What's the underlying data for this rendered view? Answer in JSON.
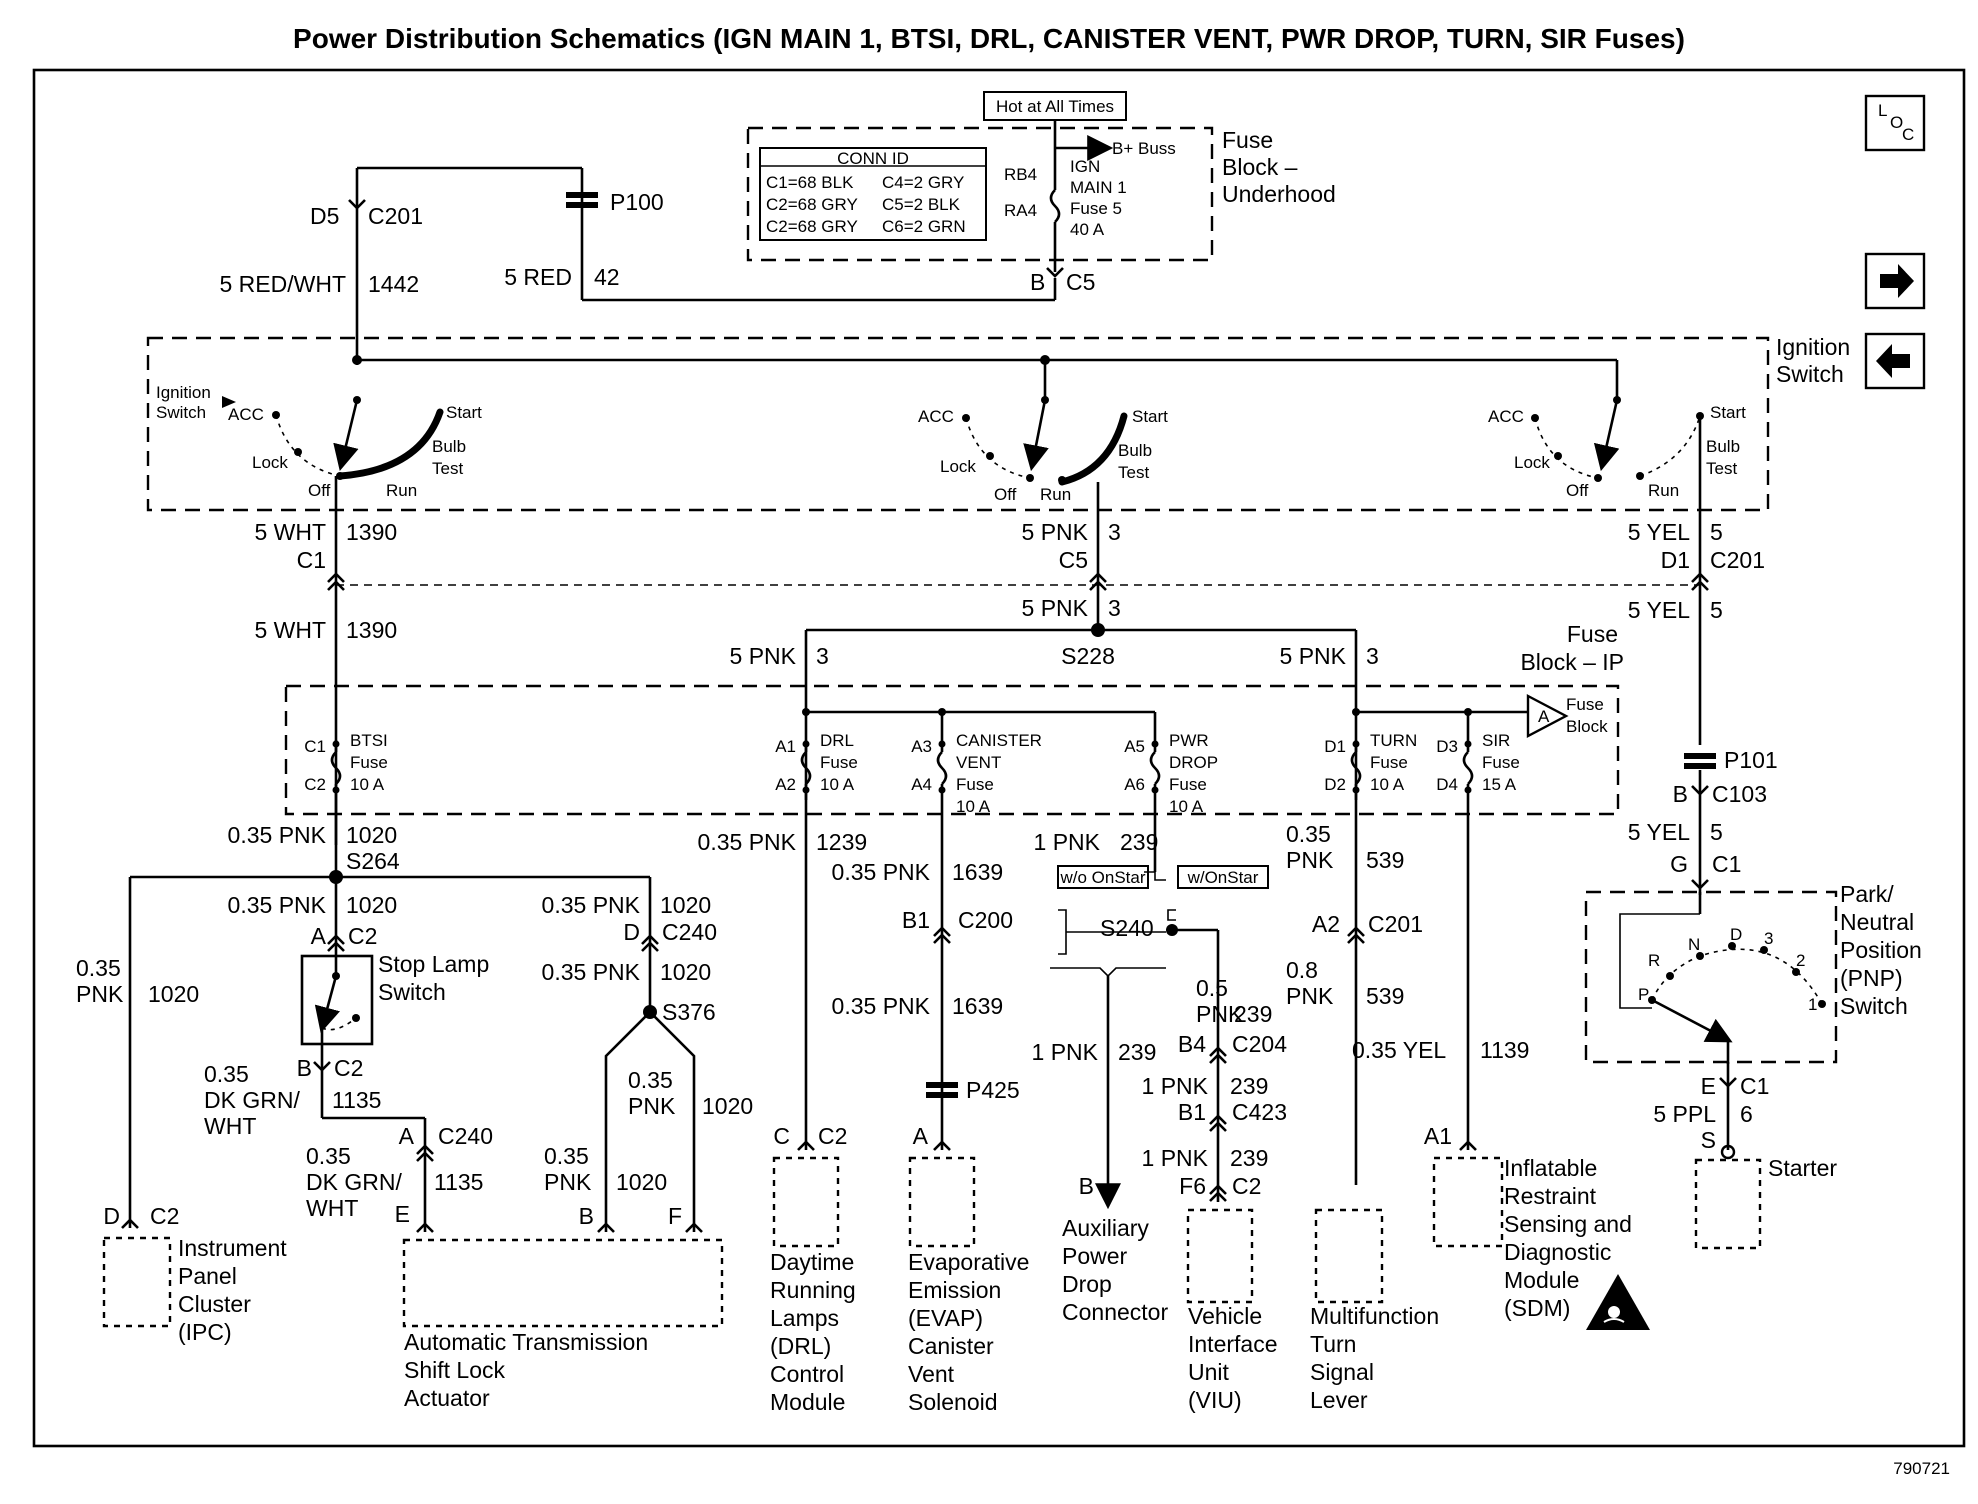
{
  "title": "Power Distribution Schematics (IGN MAIN 1, BTSI, DRL, CANISTER VENT, PWR DROP, TURN, SIR Fuses)",
  "diagram_id": "790721",
  "nav": {
    "loc_icon": "loc-icon",
    "next_icon": "arrow-right-icon",
    "prev_icon": "arrow-left-icon"
  },
  "underhood": {
    "hot_label": "Hot at All Times",
    "block_label": [
      "Fuse",
      "Block –",
      "Underhood"
    ],
    "conn_id_title": "CONN ID",
    "conn_id_rows": [
      "C1=68 BLK",
      "C4=2 GRY",
      "C2=68 GRY",
      "C5=2 BLK",
      "C2=68 GRY",
      "C6=2 GRN"
    ],
    "b_buss": "B+ Buss",
    "rb4": "RB4",
    "ra4": "RA4",
    "fuse_lines": [
      "IGN",
      "MAIN 1",
      "Fuse 5",
      "40 A"
    ],
    "c5_pin": "B",
    "c5_conn": "C5"
  },
  "top_wires": {
    "d5": "D5",
    "c201": "C201",
    "p100": "P100",
    "red_wht": "5 RED/WHT",
    "c1442": "1442",
    "red": "5 RED",
    "c42": "42"
  },
  "ignition": {
    "label": [
      "Ignition",
      "Switch"
    ],
    "inner_label": [
      "Ignition",
      "Switch"
    ],
    "positions": {
      "acc": "ACC",
      "lock": "Lock",
      "off": "Off",
      "run": "Run",
      "start": "Start",
      "bulb": "Bulb",
      "test": "Test"
    },
    "out_left": {
      "gauge": "5 WHT",
      "circuit": "1390",
      "conn": "C1"
    },
    "out_mid": {
      "gauge": "5 PNK",
      "circuit": "3",
      "conn": "C5"
    },
    "out_right": {
      "gauge": "5 YEL",
      "circuit": "5",
      "pin": "D1",
      "conn": "C201"
    }
  },
  "ip_block": {
    "label": [
      "Fuse",
      "Block – IP"
    ],
    "wht_in": {
      "gauge": "5 WHT",
      "circuit": "1390"
    },
    "pnk_in": {
      "gauge": "5 PNK",
      "circuit": "3"
    },
    "s228": "S228",
    "pnk_left": {
      "gauge": "5 PNK",
      "circuit": "3"
    },
    "pnk_right": {
      "gauge": "5 PNK",
      "circuit": "3"
    },
    "yel_in": {
      "gauge": "5 YEL",
      "circuit": "5"
    },
    "fuse_block_ref": [
      "Fuse",
      "Block"
    ],
    "ref_a": "A",
    "fuses": [
      {
        "top": "C1",
        "bot": "C2",
        "name": "BTSI",
        "f": "Fuse",
        "amp": "10 A"
      },
      {
        "top": "A1",
        "bot": "A2",
        "name": "DRL",
        "f": "Fuse",
        "amp": "10 A"
      },
      {
        "top": "A3",
        "bot": "A4",
        "name": "CANISTER",
        "name2": "VENT",
        "f": "Fuse",
        "amp": "10 A"
      },
      {
        "top": "A5",
        "bot": "A6",
        "name": "PWR",
        "name2": "DROP",
        "f": "Fuse",
        "amp": "10 A"
      },
      {
        "top": "D1",
        "bot": "D2",
        "name": "TURN",
        "f": "Fuse",
        "amp": "10 A"
      },
      {
        "top": "D3",
        "bot": "D4",
        "name": "SIR",
        "f": "Fuse",
        "amp": "15 A"
      }
    ]
  },
  "btsi_branch": {
    "w1_gauge": "0.35 PNK",
    "w1_circuit": "1020",
    "s264": "S264",
    "w2_gauge": "0.35 PNK",
    "w2_circuit": "1020",
    "stop_pin": "A",
    "stop_conn": "C2",
    "stop_label": [
      "Stop Lamp",
      "Switch"
    ],
    "stop_out_pin": "B",
    "stop_out_conn": "C2",
    "dkgrn_gauge": [
      "0.35",
      "DK GRN/",
      "WHT"
    ],
    "dkgrn_circuit": "1135",
    "c240_pin": "A",
    "c240_conn": "C240",
    "dkgrn2_gauge": [
      "0.35",
      "DK GRN/",
      "WHT"
    ],
    "dkgrn2_circuit": "1135",
    "shift_pin_e": "E",
    "ipc_gauge": [
      "0.35",
      "PNK"
    ],
    "ipc_circuit": "1020",
    "ipc_pin": "D",
    "ipc_conn": "C2",
    "ipc_label": [
      "Instrument",
      "Panel",
      "Cluster",
      "(IPC)"
    ],
    "sl_w1_gauge": "0.35 PNK",
    "sl_w1_circuit": "1020",
    "sl_pin_d": "D",
    "sl_conn": "C240",
    "sl_w2_gauge": "0.35 PNK",
    "sl_w2_circuit": "1020",
    "s376": "S376",
    "sl_left_gauge": [
      "0.35",
      "PNK"
    ],
    "sl_left_circuit": "1020",
    "sl_pin_b": "B",
    "sl_right_gauge": [
      "0.35",
      "PNK"
    ],
    "sl_right_circuit": "1020",
    "sl_pin_f": "F",
    "shift_label": [
      "Automatic Transmission",
      "Shift Lock",
      "Actuator"
    ]
  },
  "drl_branch": {
    "gauge": "0.35 PNK",
    "circuit": "1239",
    "pin": "C",
    "conn": "C2",
    "label": [
      "Daytime",
      "Running",
      "Lamps",
      "(DRL)",
      "Control",
      "Module"
    ]
  },
  "evap_branch": {
    "gauge": "0.35 PNK",
    "circuit": "1639",
    "c200_pin": "B1",
    "c200_conn": "C200",
    "gauge2": "0.35 PNK",
    "circuit2": "1639",
    "p425": "P425",
    "pin": "A",
    "label": [
      "Evaporative",
      "Emission",
      "(EVAP)",
      "Canister",
      "Vent",
      "Solenoid"
    ]
  },
  "pwr_branch": {
    "gauge": "1 PNK",
    "circuit": "239",
    "wo_onstar": "w/o OnStar",
    "w_onstar": "w/OnStar",
    "s240": "S240",
    "aux_gauge": "1 PNK",
    "aux_circuit": "239",
    "aux_pin": "B",
    "aux_label": [
      "Auxiliary",
      "Power",
      "Drop",
      "Connector"
    ],
    "viu_gauge1": [
      "0.5",
      "PNK"
    ],
    "viu_circuit1": "239",
    "c204_pin": "B4",
    "c204_conn": "C204",
    "viu_gauge2": "1 PNK",
    "viu_circuit2": "239",
    "c423_pin": "B1",
    "c423_conn": "C423",
    "viu_gauge3": "1 PNK",
    "viu_circuit3": "239",
    "viu_pin": "F6",
    "viu_conn": "C2",
    "viu_label": [
      "Vehicle",
      "Interface",
      "Unit",
      "(VIU)"
    ]
  },
  "turn_branch": {
    "gauge": [
      "0.35",
      "PNK"
    ],
    "circuit": "539",
    "c201_pin": "A2",
    "c201_conn": "C201",
    "gauge2": [
      "0.8",
      "PNK"
    ],
    "circuit2": "539",
    "label": [
      "Multifunction",
      "Turn",
      "Signal",
      "Lever"
    ]
  },
  "sir_branch": {
    "gauge": "0.35 YEL",
    "circuit": "1139",
    "pin": "A1",
    "label": [
      "Inflatable",
      "Restraint",
      "Sensing and",
      "Diagnostic",
      "Module",
      "(SDM)"
    ]
  },
  "pnp_branch": {
    "p101": "P101",
    "c103_pin": "B",
    "c103_conn": "C103",
    "gauge": "5 YEL",
    "circuit": "5",
    "c1_pin": "G",
    "c1_conn": "C1",
    "label": [
      "Park/",
      "Neutral",
      "Position",
      "(PNP)",
      "Switch"
    ],
    "positions": {
      "n": "N",
      "d": "D",
      "three": "3",
      "r": "R",
      "two": "2",
      "p": "P",
      "one": "1"
    },
    "out_pin": "E",
    "out_conn": "C1",
    "starter_gauge": "5 PPL",
    "starter_circuit": "6",
    "starter_pin": "S",
    "starter_label": "Starter"
  }
}
